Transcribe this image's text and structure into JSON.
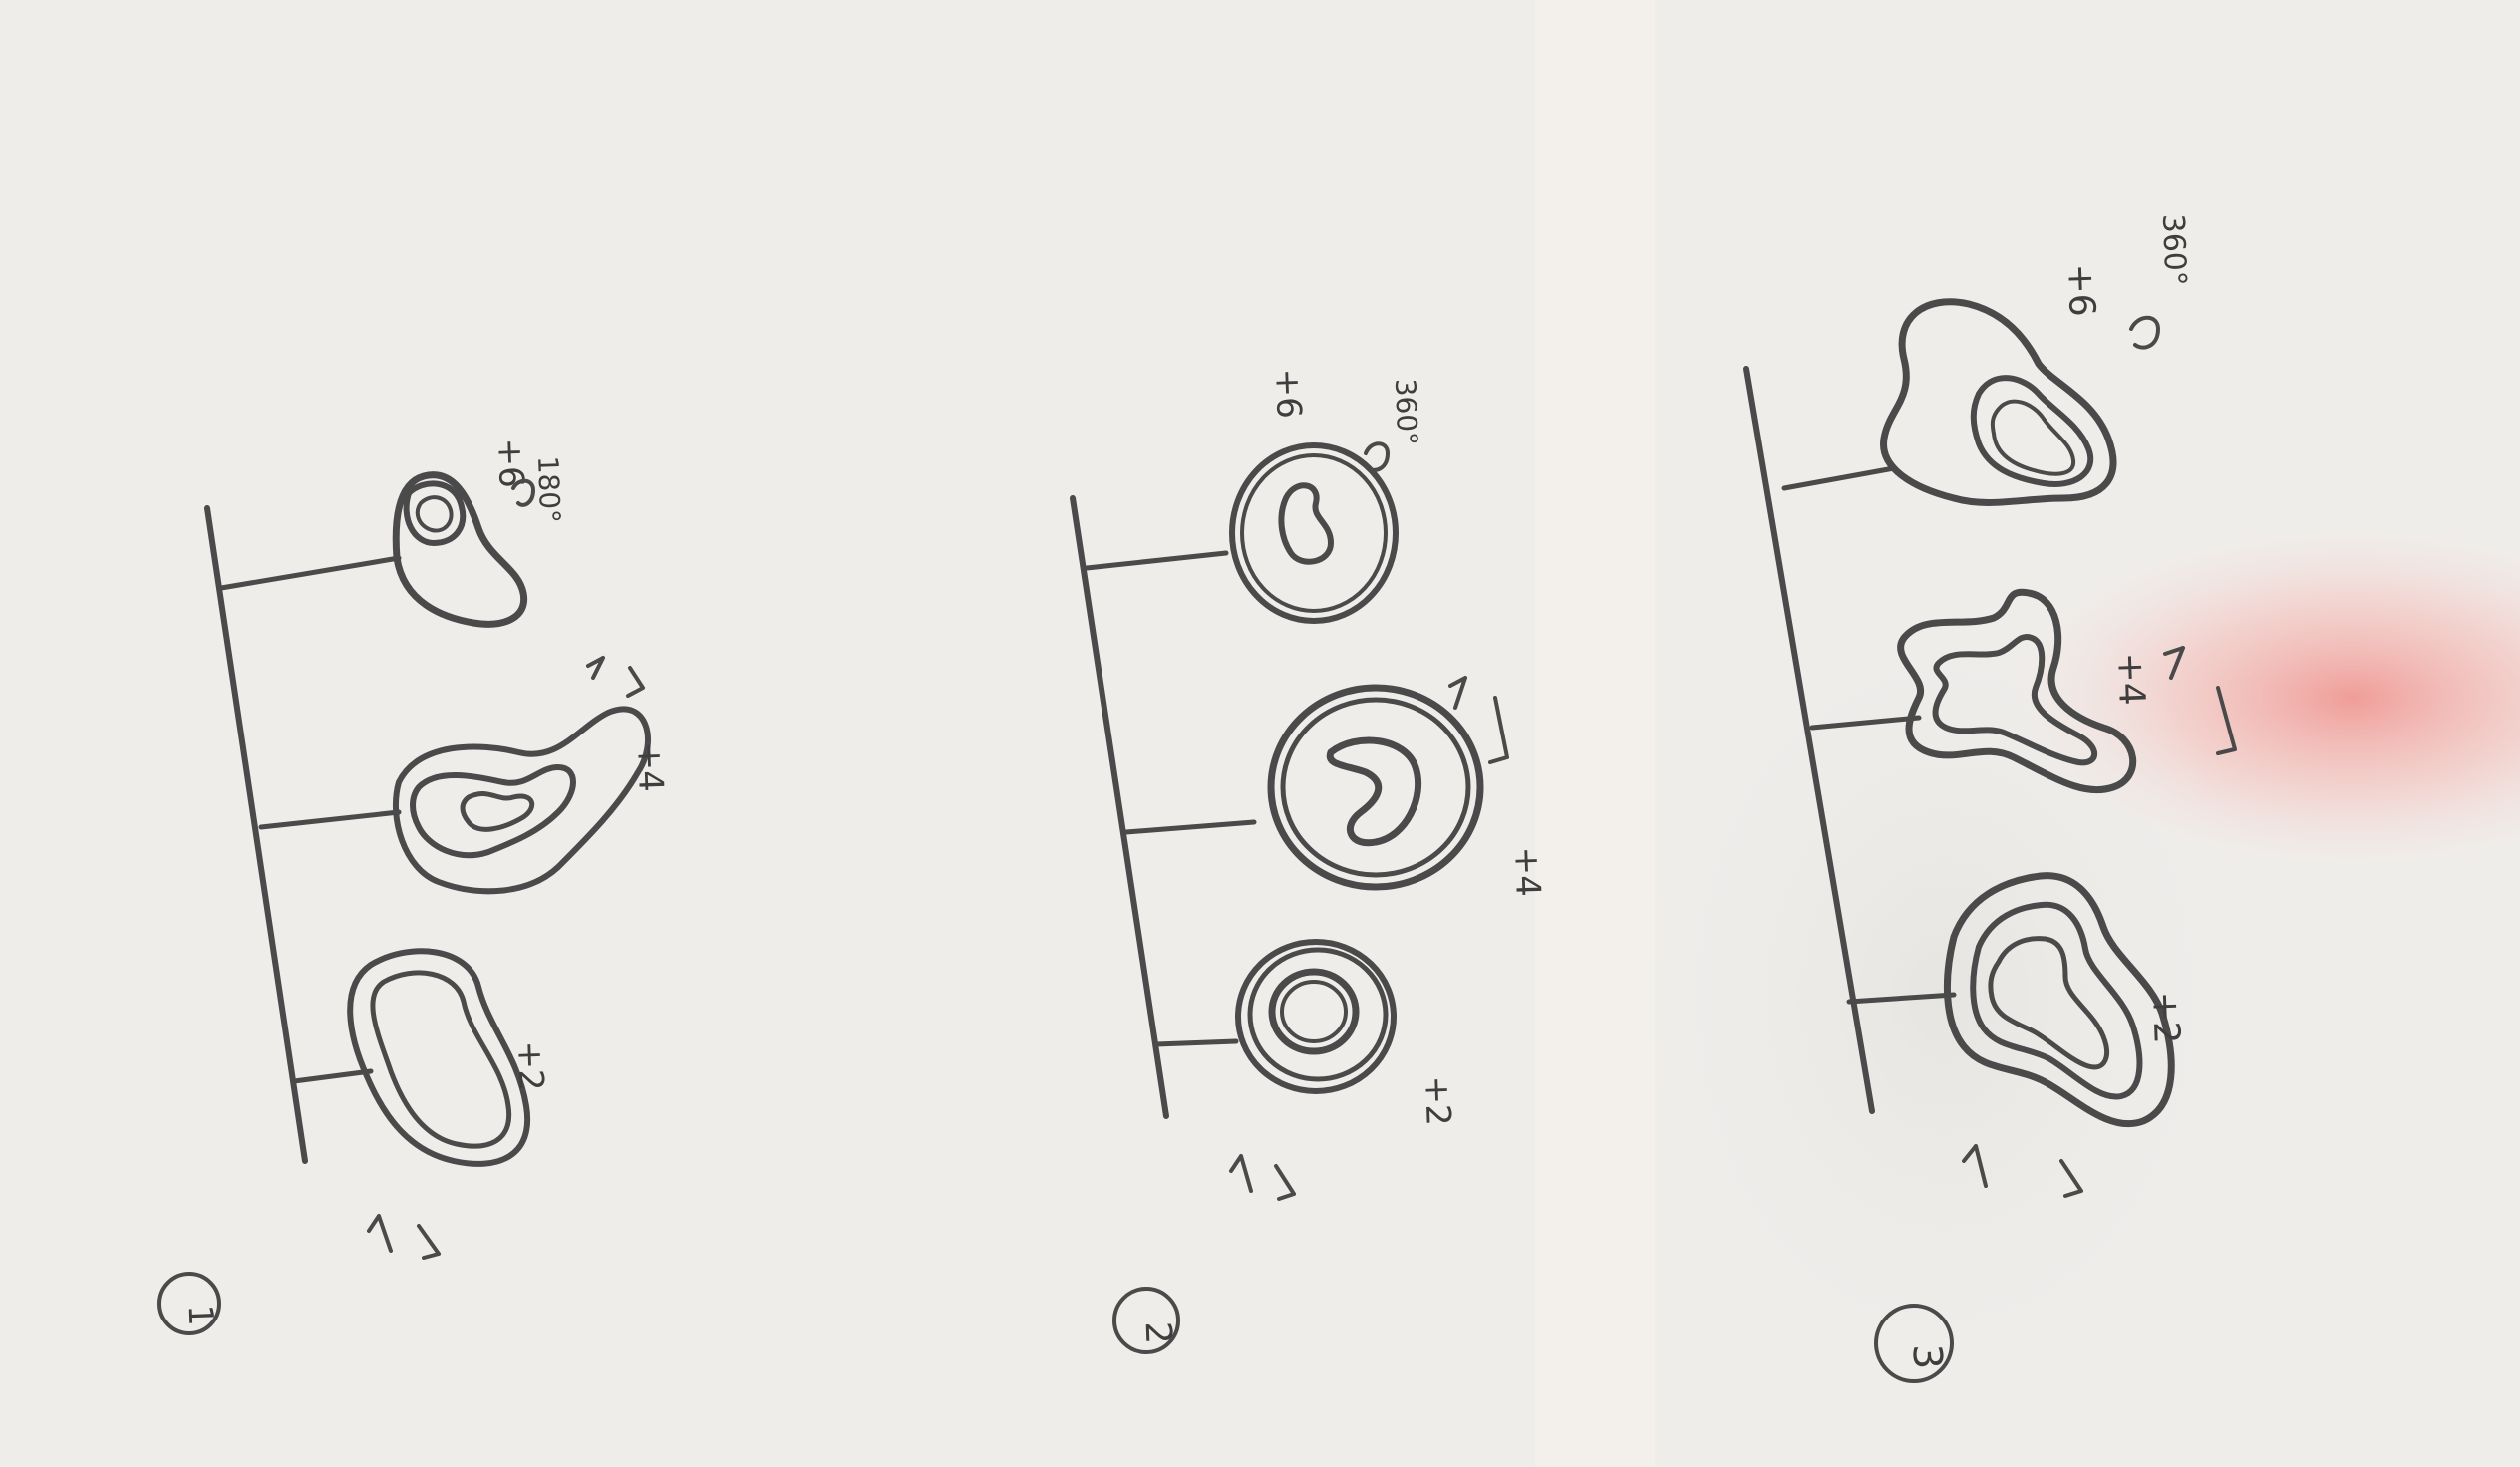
{
  "paper": {
    "background": "#efedea",
    "pencil_color": "#4a4a4a",
    "smudge_color": "#f08f8a"
  },
  "sketches": [
    {
      "number": "1",
      "labels": {
        "top": "+2",
        "middle": "+4",
        "bottom": "+6",
        "rotation": "180°"
      }
    },
    {
      "number": "2",
      "labels": {
        "top": "+2",
        "middle": "+4",
        "bottom": "+6",
        "rotation": "360°"
      }
    },
    {
      "number": "3",
      "labels": {
        "top": "+2",
        "middle": "+4",
        "bottom": "+6",
        "rotation": "360°"
      }
    }
  ]
}
